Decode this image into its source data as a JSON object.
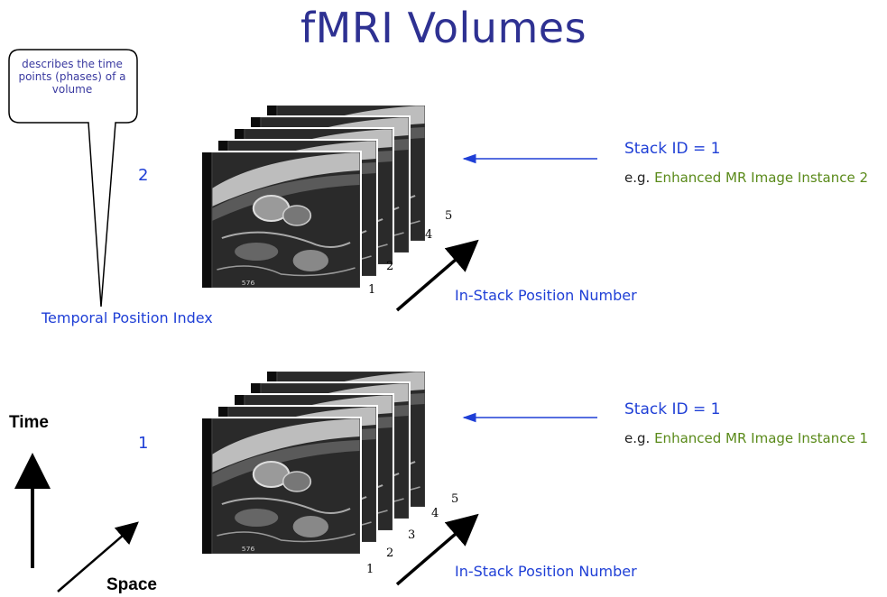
{
  "title": "fMRI Volumes",
  "callout": {
    "text": "describes the time points (phases) of a volume"
  },
  "temporal_label": "Temporal Position Index",
  "upper": {
    "index": "2",
    "stack_id": "Stack ID = 1",
    "eg_prefix": "e.g.",
    "eg_instance": "Enhanced MR Image Instance 2",
    "position_label": "In-Stack Position Number",
    "slices": [
      "1",
      "2",
      "",
      "4",
      "5"
    ]
  },
  "lower": {
    "index": "1",
    "stack_id": "Stack ID = 1",
    "eg_prefix": "e.g.",
    "eg_instance": "Enhanced MR Image Instance 1",
    "position_label": "In-Stack Position Number",
    "slices": [
      "1",
      "2",
      "3",
      "4",
      "5"
    ]
  },
  "axis": {
    "time": "Time",
    "space": "Space"
  },
  "image_caption": "576",
  "colors": {
    "title": "#2e3192",
    "label_blue": "#1f3fd6",
    "instance_green": "#5a8a1a"
  }
}
